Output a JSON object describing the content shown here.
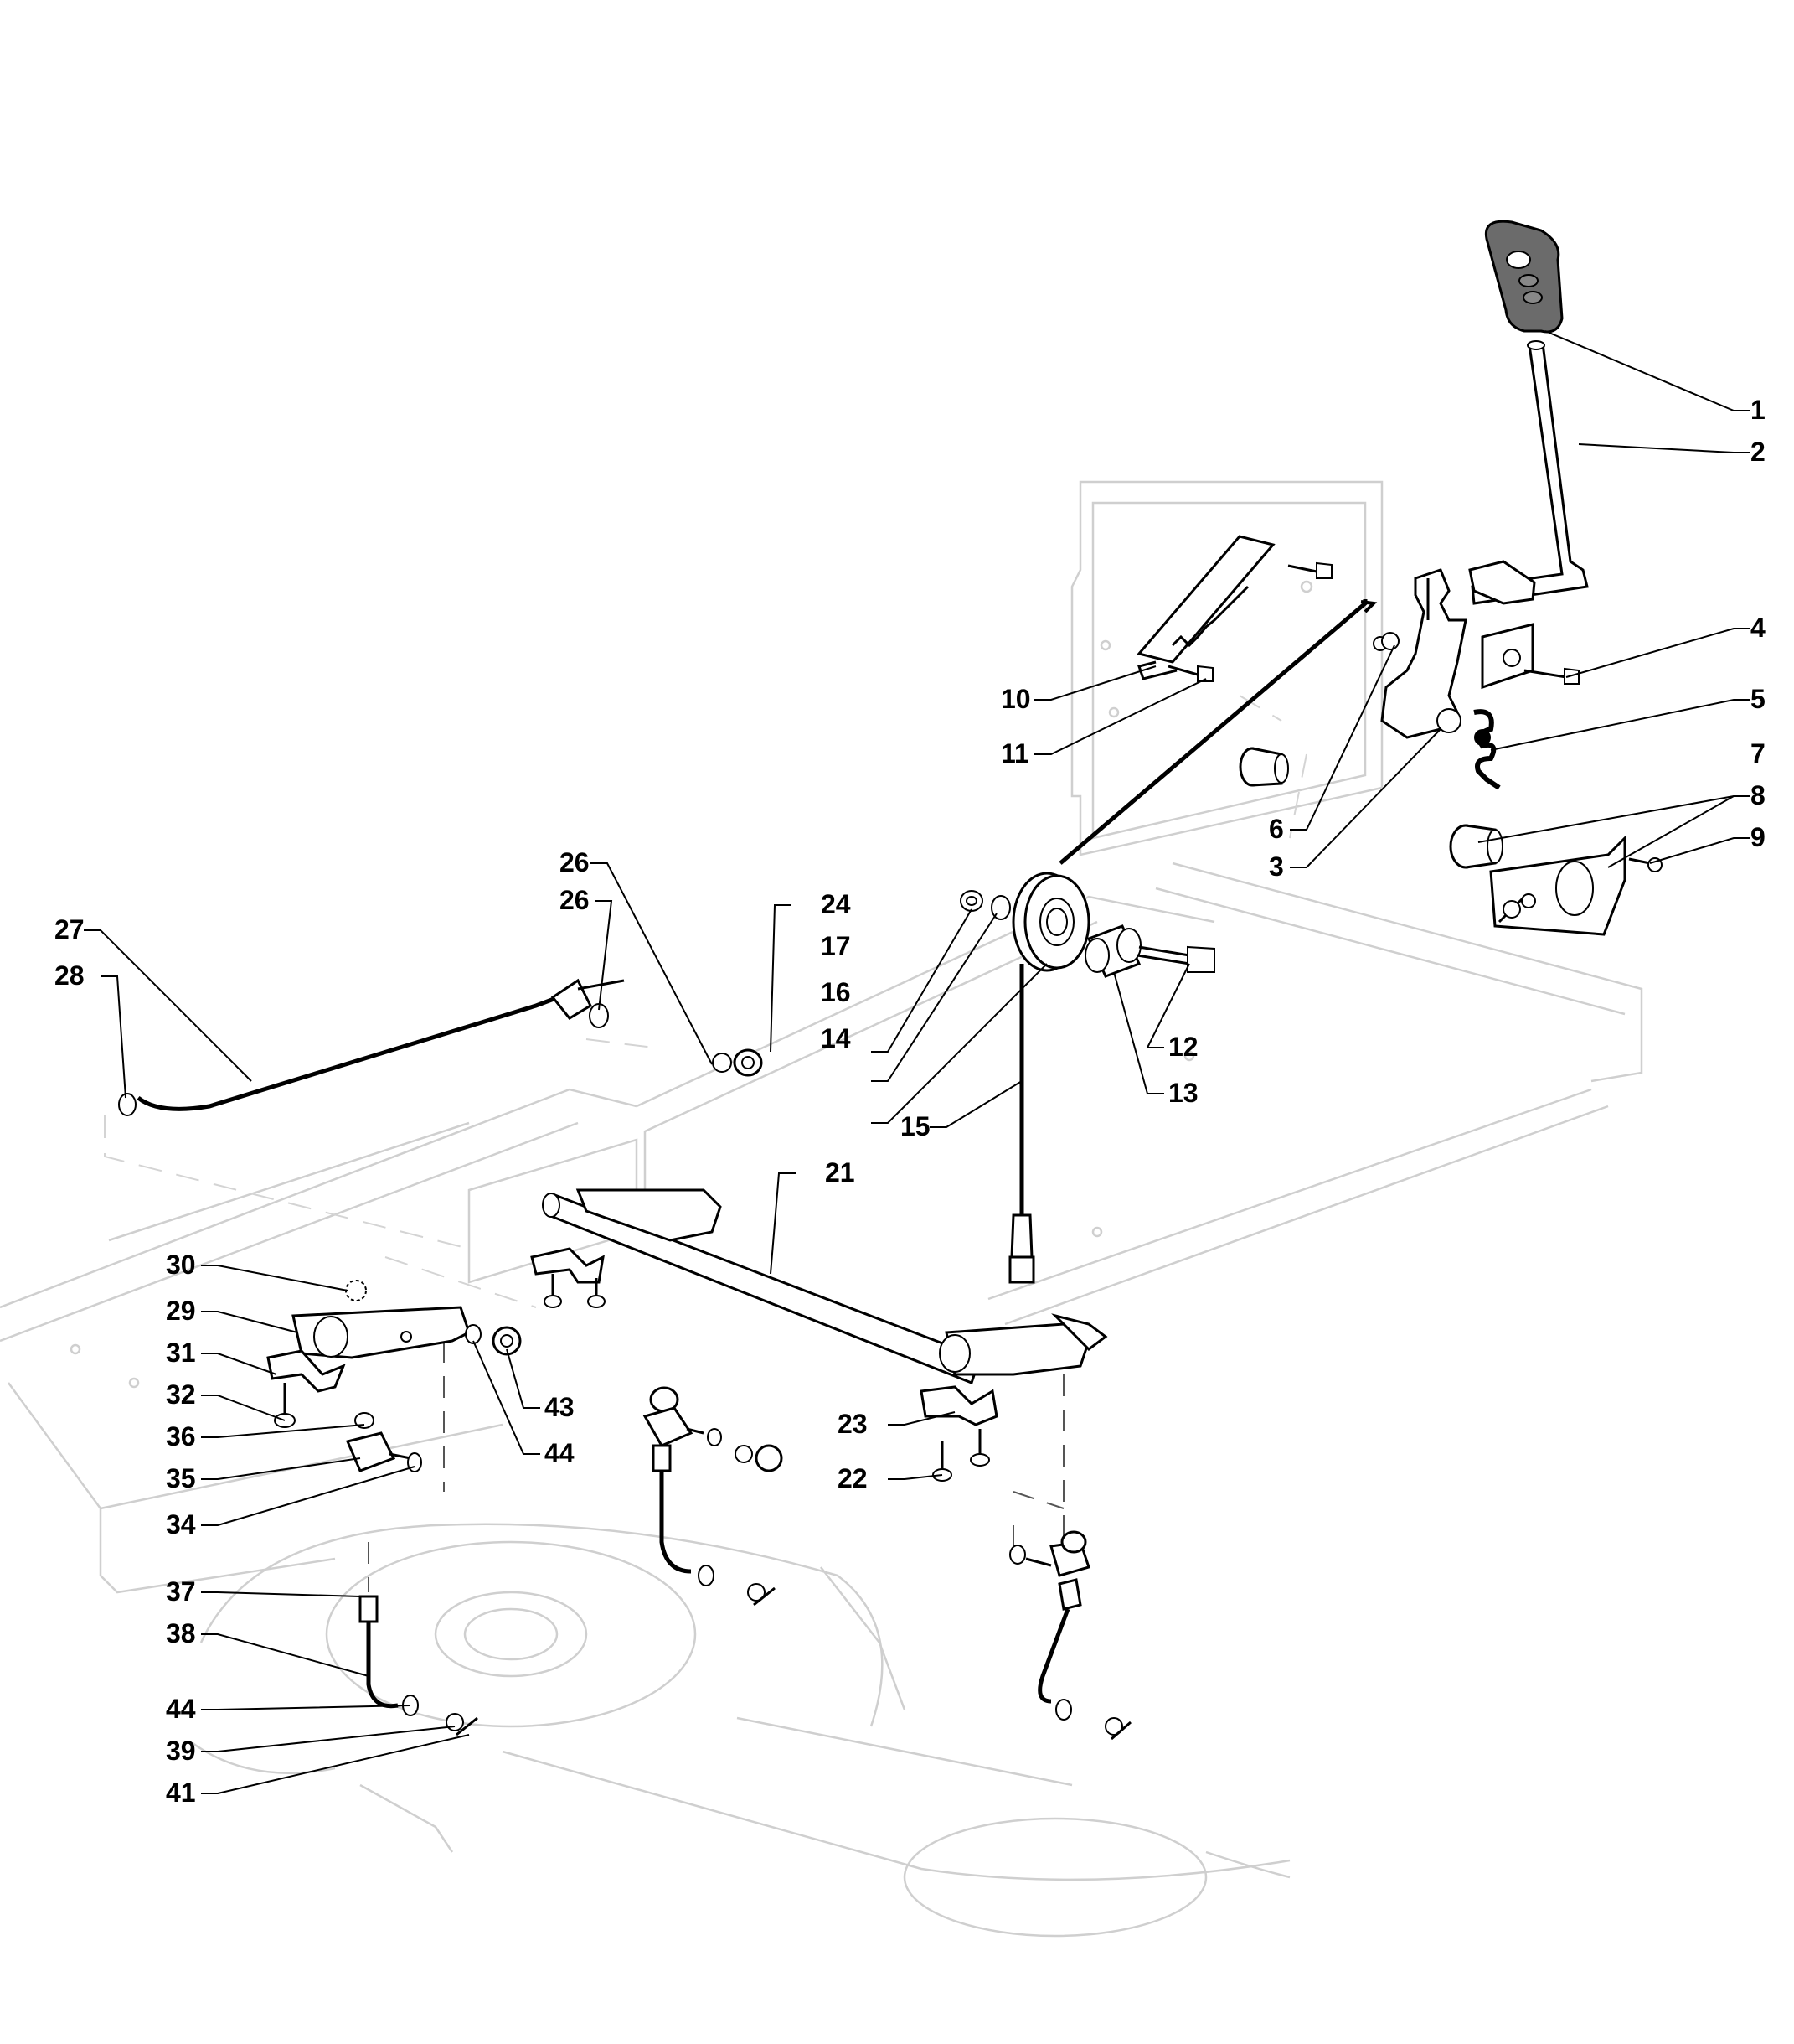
{
  "callouts": {
    "c1": "1",
    "c2": "2",
    "c3": "3",
    "c4": "4",
    "c5": "5",
    "c6": "6",
    "c7": "7",
    "c8": "8",
    "c9": "9",
    "c10": "10",
    "c11": "11",
    "c12": "12",
    "c13": "13",
    "c14": "14",
    "c15": "15",
    "c16": "16",
    "c17": "17",
    "c21": "21",
    "c22": "22",
    "c23": "23",
    "c24": "24",
    "c26a": "26",
    "c26b": "26",
    "c27": "27",
    "c28": "28",
    "c29": "29",
    "c30": "30",
    "c31": "31",
    "c32": "32",
    "c34": "34",
    "c35": "35",
    "c36": "36",
    "c37": "37",
    "c38": "38",
    "c39": "39",
    "c41": "41",
    "c43": "43",
    "c44a": "44",
    "c44b": "44"
  },
  "colors": {
    "line": "#000000",
    "ghost": "#cfcfcf",
    "grip": "#6b6b6b"
  }
}
